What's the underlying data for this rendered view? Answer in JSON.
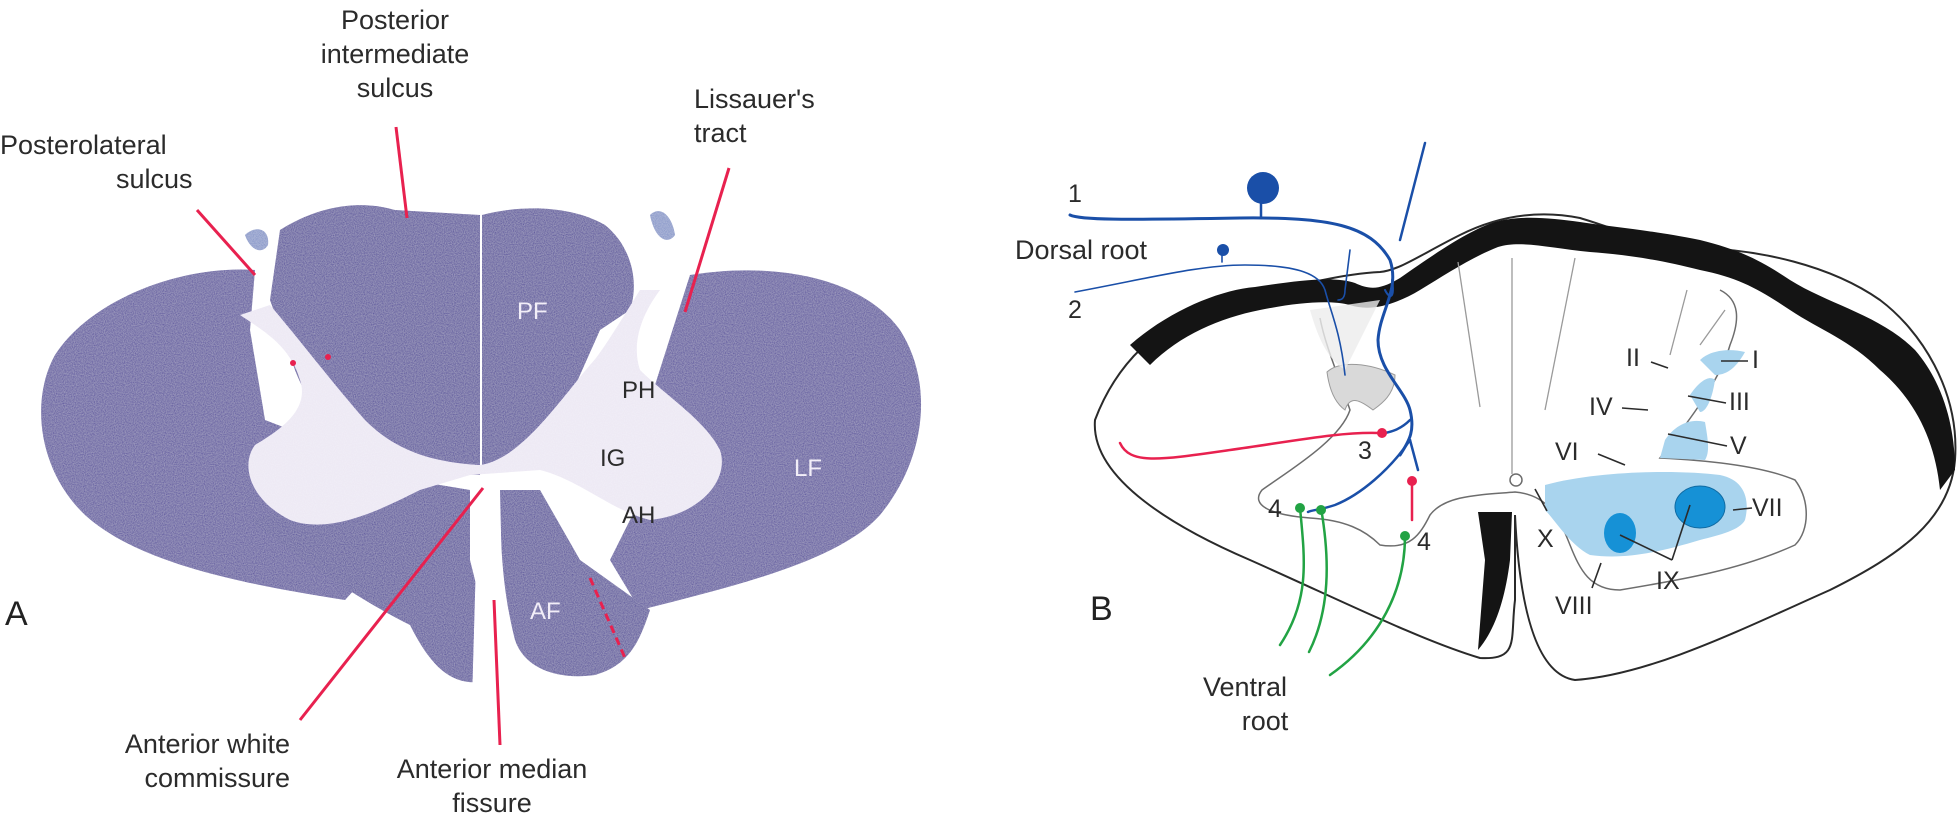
{
  "figure": {
    "panel_a": {
      "letter": "A",
      "callouts": {
        "posterolateral_sulcus": [
          "Posterolateral",
          "sulcus"
        ],
        "posterior_intermediate_sulcus": [
          "Posterior",
          "intermediate",
          "sulcus"
        ],
        "lissauers_tract": [
          "Lissauer's",
          "tract"
        ],
        "anterior_white_commissure": [
          "Anterior white",
          "commissure"
        ],
        "anterior_median_fissure": [
          "Anterior median",
          "fissure"
        ]
      },
      "region_labels": {
        "pf": "PF",
        "ph": "PH",
        "ig": "IG",
        "ah": "AH",
        "lf": "LF",
        "af": "AF"
      },
      "colors": {
        "tissue": "#4a3f96",
        "gray_matter": "#ece8f4",
        "callout_line": "#e8214f"
      }
    },
    "panel_b": {
      "letter": "B",
      "pathway_labels": {
        "one": "1",
        "two": "2",
        "three": "3",
        "four_left": "4",
        "four_right": "4"
      },
      "root_labels": {
        "dorsal_root": "Dorsal root",
        "ventral_root": [
          "Ventral",
          "root"
        ]
      },
      "laminae": [
        "I",
        "II",
        "III",
        "IV",
        "V",
        "VI",
        "VII",
        "VIII",
        "IX",
        "X"
      ],
      "colors": {
        "afferent_blue": "#1a4fa8",
        "interneuron_red": "#e8214f",
        "motor_green": "#22a344",
        "lamina_light": "#a9d4ee",
        "lamina_dark": "#1691d6",
        "substantia_gelatinosa_gray": "#d9d9d9",
        "outline": "#2a2a2a"
      }
    }
  }
}
